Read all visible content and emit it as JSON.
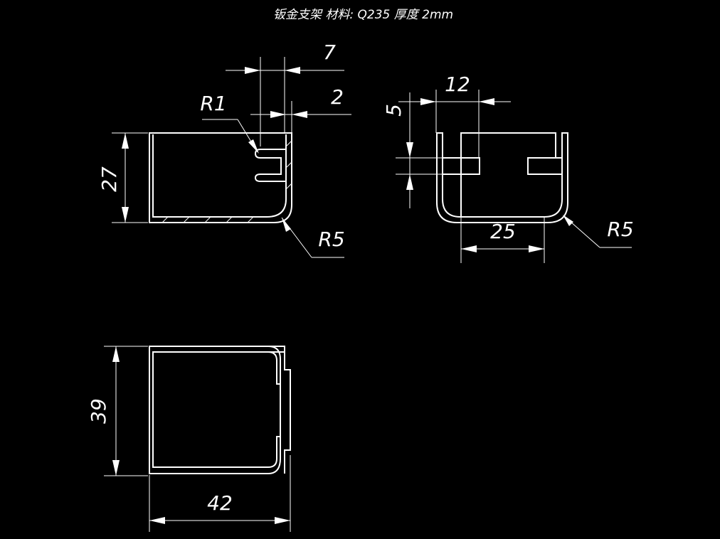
{
  "title": "钣金支架   材料: Q235   厚度 2mm",
  "colors": {
    "background": "#000000",
    "line": "#ffffff"
  },
  "dims": {
    "d7": "7",
    "d2": "2",
    "r1": "R1",
    "d27": "27",
    "r5_left": "R5",
    "d12": "12",
    "d5": "5",
    "d25": "25",
    "r5_right": "R5",
    "d39": "39",
    "d42": "42"
  }
}
